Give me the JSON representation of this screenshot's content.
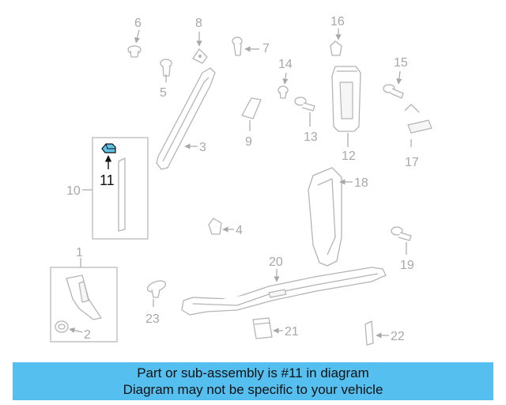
{
  "diagram": {
    "callouts": [
      "6",
      "8",
      "7",
      "16",
      "5",
      "14",
      "15",
      "3",
      "9",
      "13",
      "12",
      "17",
      "11",
      "10",
      "18",
      "4",
      "1",
      "20",
      "19",
      "2",
      "23",
      "21",
      "22"
    ],
    "highlight_color": "#5fc2e8",
    "banner_color": "#55bff0"
  },
  "banner": {
    "line1": "Part or sub-assembly is #11 in diagram",
    "line2": "Diagram may not be specific to your vehicle"
  }
}
